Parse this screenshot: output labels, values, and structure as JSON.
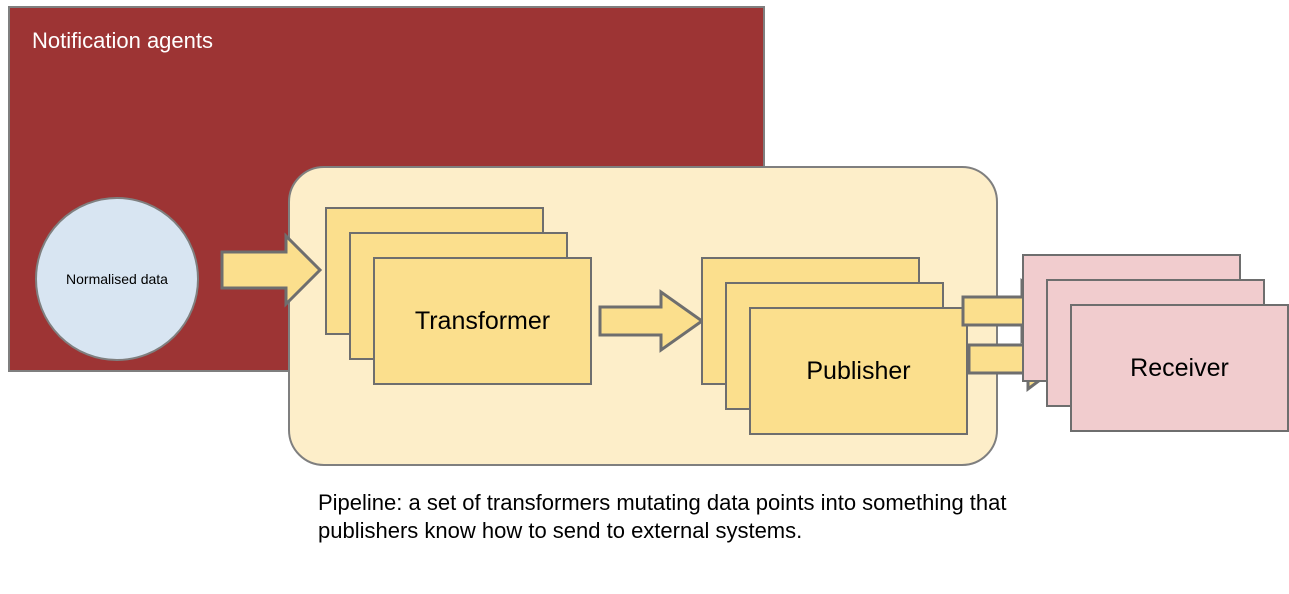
{
  "diagram": {
    "groups": {
      "agents": {
        "title": "Notification agents",
        "fill": "#9d3434",
        "stroke": "#7f7f7f",
        "title_color": "#ffffff"
      },
      "pipeline": {
        "fill": "#fdeec9",
        "stroke": "#7f7f7f"
      }
    },
    "nodes": {
      "normalised_data": {
        "label": "Normalised data",
        "shape": "circle",
        "fill": "#d8e5f2",
        "stroke": "#7f7f7f"
      },
      "transformer": {
        "label": "Transformer",
        "shape": "card-stack",
        "count": 3,
        "fill": "#fbdf8d",
        "stroke": "#6e6e6e"
      },
      "publisher": {
        "label": "Publisher",
        "shape": "card-stack",
        "count": 3,
        "fill": "#fbdf8d",
        "stroke": "#6e6e6e"
      },
      "receiver": {
        "label": "Receiver",
        "shape": "card-stack",
        "count": 3,
        "fill": "#f1ccce",
        "stroke": "#6e6e6e"
      }
    },
    "arrows": [
      {
        "name": "data-to-transformer",
        "from": "normalised_data",
        "to": "transformer",
        "fill": "#fbdf8d",
        "stroke": "#6e6e6e"
      },
      {
        "name": "transformer-to-publisher",
        "from": "transformer",
        "to": "publisher",
        "fill": "#fbdf8d",
        "stroke": "#6e6e6e"
      },
      {
        "name": "publisher-to-receiver-back",
        "from": "publisher",
        "to": "receiver",
        "fill": "#fbdf8d",
        "stroke": "#6e6e6e"
      },
      {
        "name": "publisher-to-receiver-front",
        "from": "publisher",
        "to": "receiver",
        "fill": "#fbdf8d",
        "stroke": "#6e6e6e"
      }
    ],
    "caption": "Pipeline: a set of transformers mutating data points into something that publishers know how to send to external systems."
  }
}
